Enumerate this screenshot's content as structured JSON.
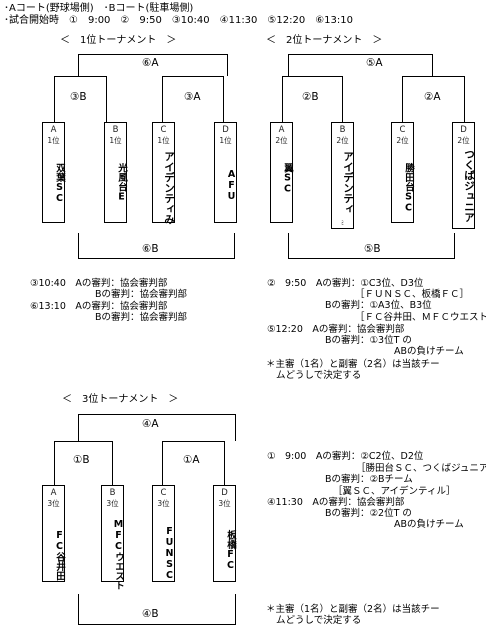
{
  "header": {
    "line1": "･Aコート(野球場側)　･Bコート(駐車場側)",
    "line2": "･試合開始時　①　9:00　②　9:50　③10:40　④11:30　⑤12:20　⑥13:10"
  },
  "t1": {
    "title": "＜　1位トーナメント　＞",
    "top": "⑥A",
    "mid_left": "③B",
    "mid_right": "③A",
    "bottom": "⑥B",
    "teams": [
      {
        "letter": "A",
        "rank": "1位",
        "name": "双葉SC"
      },
      {
        "letter": "B",
        "rank": "1位",
        "name": "光風台E"
      },
      {
        "letter": "C",
        "rank": "1位",
        "name": "アイデンティみ"
      },
      {
        "letter": "D",
        "rank": "1位",
        "name": "AFU"
      }
    ],
    "info": [
      "③10:40　Aの審判：協会審判部",
      "Bの審判：協会審判部",
      "⑥13:10　Aの審判：協会審判部",
      "Bの審判：協会審判部"
    ]
  },
  "t2": {
    "title": "＜　2位トーナメント　＞",
    "top": "⑤A",
    "mid_left": "②B",
    "mid_right": "②A",
    "bottom": "⑤B",
    "teams": [
      {
        "letter": "A",
        "rank": "2位",
        "name": "翼SC"
      },
      {
        "letter": "B",
        "rank": "2位",
        "name": "アイデンティ",
        "sub": "ﾐ"
      },
      {
        "letter": "C",
        "rank": "2位",
        "name": "勝田台SC"
      },
      {
        "letter": "D",
        "rank": "2位",
        "name": "つくばジュニア"
      }
    ],
    "info": [
      "②　9:50　Aの審判：①C3位、D3位",
      "［ＦＵＮＳＣ、板橋ＦＣ］",
      "Bの審判：①A3位、B3位",
      "［ＦＣ谷井田、ＭＦＣウエスト］",
      "⑤12:20　Aの審判：協会審判部",
      "Bの審判：①3位T の",
      "ABの負けチーム",
      "＊主審（1名）と副審（2名）は当該チー",
      "ムどうしで決定する"
    ]
  },
  "t3": {
    "title": "＜　3位トーナメント　＞",
    "top": "④A",
    "mid_left": "①B",
    "mid_right": "①A",
    "bottom": "④B",
    "teams": [
      {
        "letter": "A",
        "rank": "3位",
        "name": "FC谷井田"
      },
      {
        "letter": "B",
        "rank": "3位",
        "name": "MFCウエスト"
      },
      {
        "letter": "C",
        "rank": "3位",
        "name": "FUNSC"
      },
      {
        "letter": "D",
        "rank": "3位",
        "name": "板橋FC"
      }
    ],
    "info": [
      "①　9:00　Aの審判：②C2位、D2位",
      "［勝田台ＳＣ、つくばジュニア］",
      "Bの審判：②Bチーム",
      "［翼ＳＣ、アイデンティル］",
      "④11:30　Aの審判：協会審判部",
      "Bの審判：②2位T の",
      "ABの負けチーム",
      "＊主審（1名）と副審（2名）は当該チー",
      "ムどうしで決定する"
    ]
  }
}
